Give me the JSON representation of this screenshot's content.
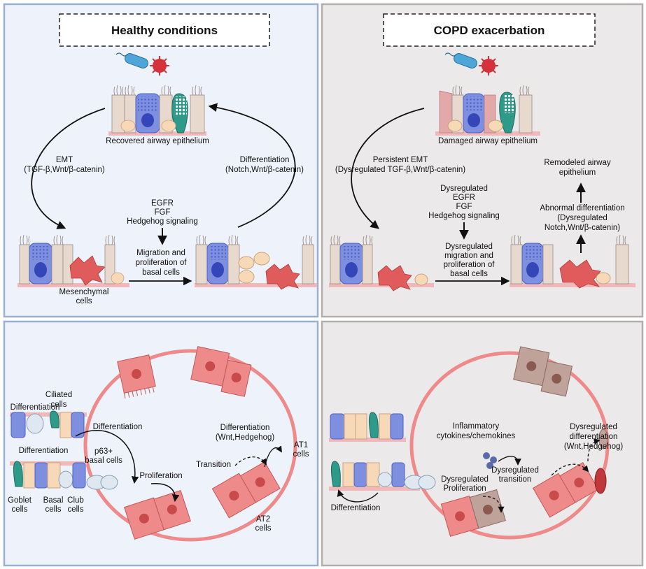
{
  "panels": {
    "healthy_top": {
      "title": "Healthy conditions",
      "recovered_epithelium": "Recovered airway epithelium",
      "emt_line1": "EMT",
      "emt_line2": "(TGF-β,Wnt/β-catenin)",
      "diff_line1": "Differentiation",
      "diff_line2": "(Notch,Wnt/β-catenin)",
      "signal_line1": "EGFR",
      "signal_line2": "FGF",
      "signal_line3": "Hedgehog signaling",
      "migration_line1": "Migration and",
      "migration_line2": "proliferation of",
      "migration_line3": "basal cells",
      "mesenchymal_line1": "Mesenchymal",
      "mesenchymal_line2": "cells"
    },
    "copd_top": {
      "title": "COPD exacerbation",
      "damaged_epithelium": "Damaged airway epithelium",
      "emt_line1": "Persistent EMT",
      "emt_line2": "(Dysregulated TGF-β,Wnt/β-catenin)",
      "signal_line1": "Dysregulated",
      "signal_line2": "EGFR",
      "signal_line3": "FGF",
      "signal_line4": "Hedgehog signaling",
      "migration_line1": "Dysregulated",
      "migration_line2": "migration and",
      "migration_line3": "proliferation of",
      "migration_line4": "basal cells",
      "remodeled_line1": "Remodeled airway",
      "remodeled_line2": "epithelium",
      "abnormal_line1": "Abnormal differentiation",
      "abnormal_line2": "(Dysregulated",
      "abnormal_line3": "Notch,Wnt/β-catenin)"
    },
    "healthy_bottom": {
      "ciliated_line1": "Ciliated",
      "ciliated_line2": "cells",
      "differentiation_a": "Differentiation",
      "differentiation_b": "Differentiation",
      "differentiation_c": "Differentiation",
      "p63_line1": "p63+",
      "p63_line2": "basal cells",
      "proliferation": "Proliferation",
      "diff_wnt_line1": "Differentiation",
      "diff_wnt_line2": "(Wnt,Hedgehog)",
      "transition": "Transition",
      "at1_line1": "AT1",
      "at1_line2": "cells",
      "at2_line1": "AT2",
      "at2_line2": "cells",
      "goblet_line1": "Goblet",
      "goblet_line2": "cells",
      "basal_line1": "Basal",
      "basal_line2": "cells",
      "club_line1": "Club",
      "club_line2": "cells"
    },
    "copd_bottom": {
      "inflam_line1": "Inflammatory",
      "inflam_line2": "cytokines/chemokines",
      "dysdiff_line1": "Dysregulated",
      "dysdiff_line2": "differentiation",
      "dysdiff_line3": "(Wnt,Hedgehog)",
      "dystrans_line1": "Dysregulated",
      "dystrans_line2": "transition",
      "dysprolif_line1": "Dysregulated",
      "dysprolif_line2": "Proliferation",
      "differentiation": "Differentiation"
    }
  },
  "colors": {
    "healthy_bg": "#eef3fb",
    "healthy_border": "#9ab0cf",
    "copd_bg": "#ebe9e9",
    "copd_border": "#b3aeae",
    "at_cell": "#ef8a8a",
    "at_cell_dark": "#d95f63",
    "brown_cell": "#bfa29a",
    "ciliated": "#e8d9cf",
    "goblet": "#2e9a8a",
    "club": "#7f8fe0",
    "basal": "#f7d9b8",
    "mesenchymal": "#e05b5b",
    "virus": "#d4333b",
    "bacterium": "#4ea6d8"
  }
}
